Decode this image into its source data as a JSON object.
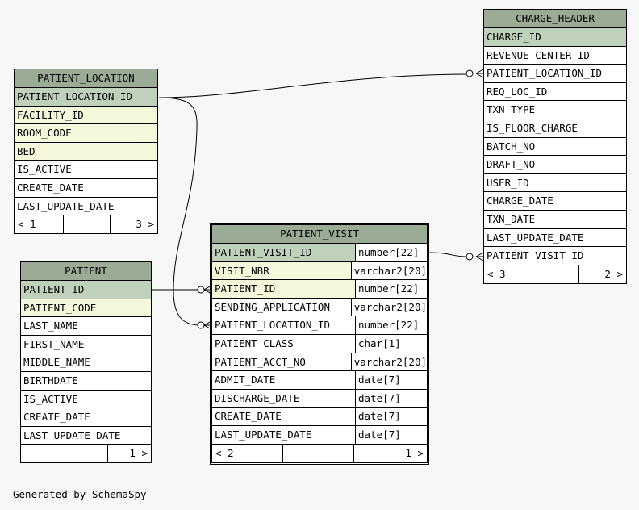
{
  "patient_location": {
    "title": "PATIENT_LOCATION",
    "columns": [
      {
        "name": "PATIENT_LOCATION_ID",
        "kind": "pk"
      },
      {
        "name": "FACILITY_ID",
        "kind": "fk"
      },
      {
        "name": "ROOM_CODE",
        "kind": "fk"
      },
      {
        "name": "BED",
        "kind": "fk"
      },
      {
        "name": "IS_ACTIVE",
        "kind": "plain"
      },
      {
        "name": "CREATE_DATE",
        "kind": "plain"
      },
      {
        "name": "LAST_UPDATE_DATE",
        "kind": "plain"
      }
    ],
    "footer_left": "< 1",
    "footer_right": "3 >"
  },
  "patient": {
    "title": "PATIENT",
    "columns": [
      {
        "name": "PATIENT_ID",
        "kind": "pk"
      },
      {
        "name": "PATIENT_CODE",
        "kind": "fk"
      },
      {
        "name": "LAST_NAME",
        "kind": "plain"
      },
      {
        "name": "FIRST_NAME",
        "kind": "plain"
      },
      {
        "name": "MIDDLE_NAME",
        "kind": "plain"
      },
      {
        "name": "BIRTHDATE",
        "kind": "plain"
      },
      {
        "name": "IS_ACTIVE",
        "kind": "plain"
      },
      {
        "name": "CREATE_DATE",
        "kind": "plain"
      },
      {
        "name": "LAST_UPDATE_DATE",
        "kind": "plain"
      }
    ],
    "footer_left": "",
    "footer_right": "1 >"
  },
  "patient_visit": {
    "title": "PATIENT_VISIT",
    "columns": [
      {
        "name": "PATIENT_VISIT_ID",
        "type": "number[22]",
        "kind": "pk"
      },
      {
        "name": "VISIT_NBR",
        "type": "varchar2[20]",
        "kind": "fk"
      },
      {
        "name": "PATIENT_ID",
        "type": "number[22]",
        "kind": "fk"
      },
      {
        "name": "SENDING_APPLICATION",
        "type": "varchar2[20]",
        "kind": "plain"
      },
      {
        "name": "PATIENT_LOCATION_ID",
        "type": "number[22]",
        "kind": "plain"
      },
      {
        "name": "PATIENT_CLASS",
        "type": "char[1]",
        "kind": "plain"
      },
      {
        "name": "PATIENT_ACCT_NO",
        "type": "varchar2[20]",
        "kind": "plain"
      },
      {
        "name": "ADMIT_DATE",
        "type": "date[7]",
        "kind": "plain"
      },
      {
        "name": "DISCHARGE_DATE",
        "type": "date[7]",
        "kind": "plain"
      },
      {
        "name": "CREATE_DATE",
        "type": "date[7]",
        "kind": "plain"
      },
      {
        "name": "LAST_UPDATE_DATE",
        "type": "date[7]",
        "kind": "plain"
      }
    ],
    "footer_left": "< 2",
    "footer_right": "1 >"
  },
  "charge_header": {
    "title": "CHARGE_HEADER",
    "columns": [
      {
        "name": "CHARGE_ID",
        "kind": "pk"
      },
      {
        "name": "REVENUE_CENTER_ID",
        "kind": "plain"
      },
      {
        "name": "PATIENT_LOCATION_ID",
        "kind": "plain"
      },
      {
        "name": "REQ_LOC_ID",
        "kind": "plain"
      },
      {
        "name": "TXN_TYPE",
        "kind": "plain"
      },
      {
        "name": "IS_FLOOR_CHARGE",
        "kind": "plain"
      },
      {
        "name": "BATCH_NO",
        "kind": "plain"
      },
      {
        "name": "DRAFT_NO",
        "kind": "plain"
      },
      {
        "name": "USER_ID",
        "kind": "plain"
      },
      {
        "name": "CHARGE_DATE",
        "kind": "plain"
      },
      {
        "name": "TXN_DATE",
        "kind": "plain"
      },
      {
        "name": "LAST_UPDATE_DATE",
        "kind": "plain"
      },
      {
        "name": "PATIENT_VISIT_ID",
        "kind": "plain"
      }
    ],
    "footer_left": "< 3",
    "footer_right": "2 >"
  },
  "generated_by": "Generated by SchemaSpy"
}
